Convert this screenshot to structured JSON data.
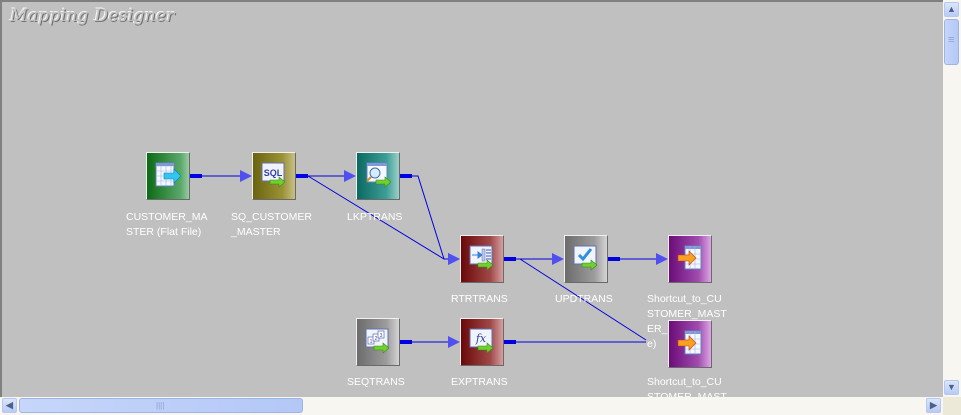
{
  "canvas": {
    "title": "Mapping Designer"
  },
  "nodes": [
    {
      "id": "customer_master",
      "label": "CUSTOMER_MA\nSTER (Flat File)",
      "type": "source-definition",
      "icon": "flat-file-source-icon",
      "color": "#2a8a36"
    },
    {
      "id": "sq_customer_master",
      "label": "SQ_CUSTOMER\n_MASTER",
      "type": "source-qualifier",
      "icon": "sql-source-qualifier-icon",
      "color": "#8a8228"
    },
    {
      "id": "lkptrans",
      "label": "LKPTRANS",
      "type": "lookup",
      "icon": "lookup-icon",
      "color": "#2a8a82"
    },
    {
      "id": "rtrtrans",
      "label": "RTRTRANS",
      "type": "router",
      "icon": "router-icon",
      "color": "#8a2828"
    },
    {
      "id": "updtrans",
      "label": "UPDTRANS",
      "type": "update-strategy",
      "icon": "update-strategy-icon",
      "color": "#8a8a8a"
    },
    {
      "id": "shortcut_1",
      "label": "Shortcut_to_CU\nSTOMER_MAST\nER_D      cl\ne)",
      "type": "target-shortcut",
      "icon": "target-icon",
      "color": "#8a2c98"
    },
    {
      "id": "seqtrans",
      "label": "SEQTRANS",
      "type": "sequence-generator",
      "icon": "sequence-icon",
      "color": "#8a8a8a"
    },
    {
      "id": "exptrans",
      "label": "EXPTRANS",
      "type": "expression",
      "icon": "expression-icon",
      "color": "#8a2828"
    },
    {
      "id": "shortcut_2",
      "label": "Shortcut_to_CU\nSTOMER_MAST",
      "type": "target-shortcut",
      "icon": "target-icon",
      "color": "#8a2c98"
    }
  ],
  "links": [
    [
      "customer_master",
      "sq_customer_master"
    ],
    [
      "sq_customer_master",
      "lkptrans"
    ],
    [
      "sq_customer_master",
      "rtrtrans"
    ],
    [
      "lkptrans",
      "rtrtrans"
    ],
    [
      "rtrtrans",
      "updtrans"
    ],
    [
      "rtrtrans",
      "shortcut_2"
    ],
    [
      "updtrans",
      "shortcut_1"
    ],
    [
      "seqtrans",
      "exptrans"
    ],
    [
      "exptrans",
      "shortcut_2"
    ]
  ],
  "colors": {
    "canvas_bg": "#c0c0c0",
    "link": "#0000e0",
    "link_arrow": "#5050f0",
    "label_text": "#ffffff"
  },
  "icons": {
    "scroll_up": "▲",
    "scroll_down": "▼",
    "scroll_left": "◀",
    "scroll_right": "▶",
    "grip_v": "≡",
    "grip_h": "||||"
  }
}
